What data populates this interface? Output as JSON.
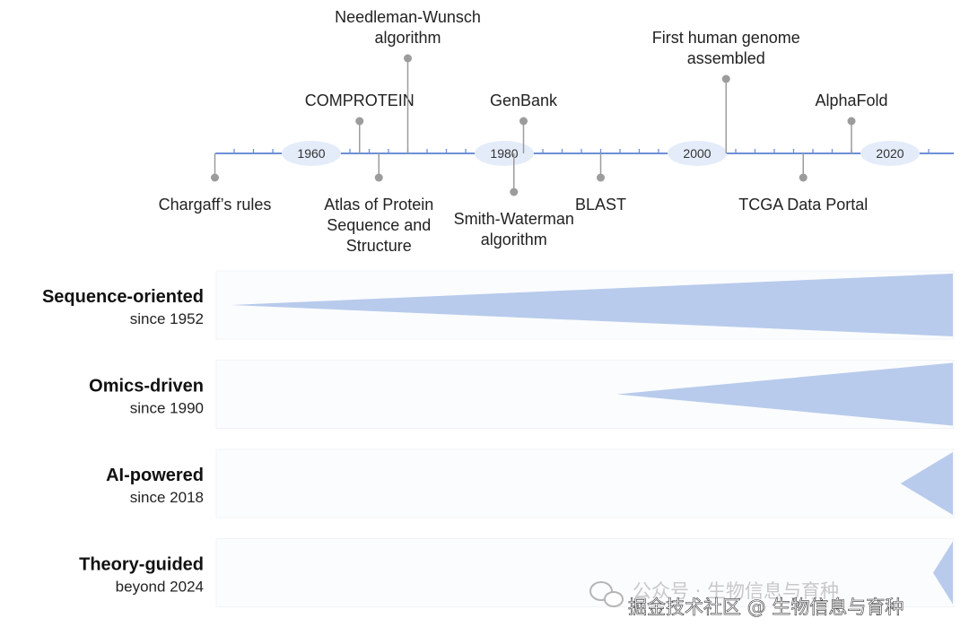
{
  "timeline": {
    "axis_color": "#6d8fd6",
    "era_fill": "#e4ecfa",
    "eras": [
      {
        "label": "1960",
        "year": 1960
      },
      {
        "label": "1980",
        "year": 1980
      },
      {
        "label": "2000",
        "year": 2000
      },
      {
        "label": "2020",
        "year": 2020
      }
    ],
    "events": [
      {
        "year": 1950,
        "label": "Chargaff’s rules",
        "side": "below",
        "level": 1
      },
      {
        "year": 1965,
        "label": "COMPROTEIN",
        "side": "above",
        "level": 1
      },
      {
        "year": 1967,
        "label": "Atlas of Protein Sequence and Structure",
        "side": "below",
        "level": 1
      },
      {
        "year": 1970,
        "label": "Needleman-Wunsch algorithm",
        "side": "above",
        "level": 3
      },
      {
        "year": 1982,
        "label": "GenBank",
        "side": "above",
        "level": 1
      },
      {
        "year": 1981,
        "label": "Smith-Waterman algorithm",
        "side": "below",
        "level": 2
      },
      {
        "year": 1990,
        "label": "BLAST",
        "side": "below",
        "level": 1
      },
      {
        "year": 2003,
        "label": "First human genome assembled",
        "side": "above",
        "level": 2
      },
      {
        "year": 2011,
        "label": "TCGA Data Portal",
        "side": "below",
        "level": 1
      },
      {
        "year": 2016,
        "label": "AlphaFold",
        "side": "above",
        "level": 1
      }
    ]
  },
  "tracks": [
    {
      "name": "Sequence-oriented",
      "since": "since 1952",
      "start_year": 1952
    },
    {
      "name": "Omics-driven",
      "since": "since 1990",
      "start_year": 1990
    },
    {
      "name": "AI-powered",
      "since": "since 2018",
      "start_year": 2018
    },
    {
      "name": "Theory-guided",
      "since": "beyond 2024",
      "start_year": 2024
    }
  ],
  "colors": {
    "wedge": "#b8cbec",
    "track_bg": "#fbfcfe",
    "stem": "#9c9c9c",
    "text": "#222222"
  },
  "watermark": {
    "line1": "公众号 · 生物信息与育种",
    "line2": "掘金技术社区 @ 生物信息与育种",
    "icon": "wechat-icon"
  }
}
